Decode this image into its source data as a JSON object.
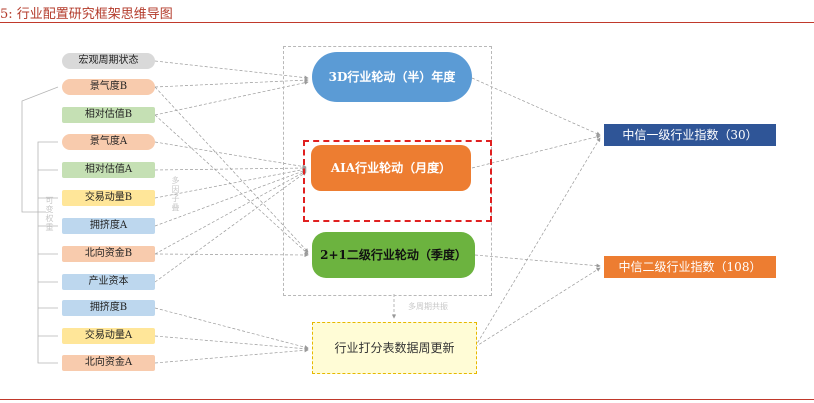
{
  "title": "5:   行业配置研究框架思维导图",
  "factors": [
    {
      "label": "宏观周期状态",
      "color": "#d9d9d9"
    },
    {
      "label": "景气度B",
      "color": "#f8cbad"
    },
    {
      "label": "相对估值B",
      "color": "#c5e0b4"
    },
    {
      "label": "景气度A",
      "color": "#f8cbad"
    },
    {
      "label": "相对估值A",
      "color": "#c5e0b4"
    },
    {
      "label": "交易动量B",
      "color": "#ffe699"
    },
    {
      "label": "拥挤度A",
      "color": "#bdd7ee"
    },
    {
      "label": "北向资金B",
      "color": "#f8cbad"
    },
    {
      "label": "产业资本",
      "color": "#bdd7ee"
    },
    {
      "label": "拥挤度B",
      "color": "#bdd7ee"
    },
    {
      "label": "交易动量A",
      "color": "#ffe699"
    },
    {
      "label": "北向资金A",
      "color": "#f8cbad"
    }
  ],
  "models": {
    "rotation_3d": "3D行业轮动（半）年度",
    "rotation_aia": "AIA行业轮动（月度）",
    "rotation_21": "2+1二级行业轮动（季度）",
    "score_table": "行业打分表数据周更新"
  },
  "outputs": {
    "citic_l1": "中信一级行业指数（30）",
    "citic_l2": "中信二级行业指数（108）"
  },
  "labels": {
    "left_vertical": "可变权重",
    "mid_vertical": "多因子叠",
    "bottom_mid": "多周期共振"
  },
  "colors": {
    "title_red": "#b33a2a",
    "blue_node": "#5b9bd5",
    "orange_node": "#ed7d31",
    "green_node": "#6cb33f",
    "navy_output": "#2f5597"
  }
}
